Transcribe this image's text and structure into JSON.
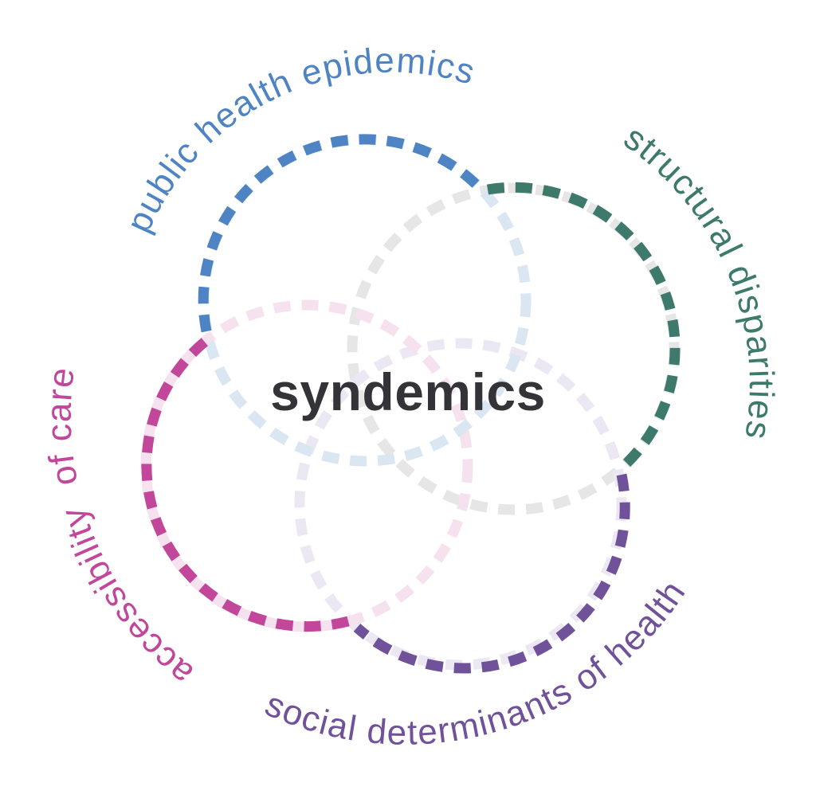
{
  "center": {
    "label": "syndemics",
    "color": "#333338"
  },
  "circles": [
    {
      "id": "public-health-epidemics",
      "label": "public health epidemics",
      "color": "#4e84c4",
      "faded_color": "#dbe6f3"
    },
    {
      "id": "structural-disparities",
      "label": "structural disparities",
      "color": "#3d7a6b",
      "faded_color": "#e6e6e6"
    },
    {
      "id": "social-determinants-of-health",
      "label": "social determinants of health",
      "color": "#70529a",
      "faded_color": "#ece8f3"
    },
    {
      "id": "accessibility-of-care",
      "label": "accessibility  of care",
      "color": "#c2479b",
      "faded_color": "#f6e1ee"
    }
  ]
}
